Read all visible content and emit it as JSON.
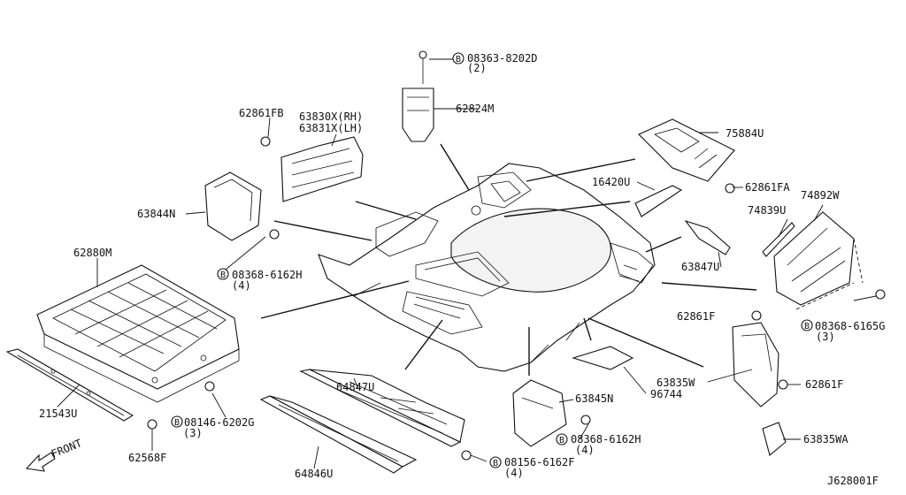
{
  "diagram_code": "J628001F",
  "front_label": "FRONT",
  "callouts": {
    "p62880m": "62880M",
    "p21543u": "21543U",
    "p62568f": "62568F",
    "p08146_6202g": "08146-6202G",
    "q3a": "(3)",
    "p64847u": "64847U",
    "p64846u": "64846U",
    "p08156_6162f": "08156-6162F",
    "q4a": "(4)",
    "p63845n": "63845N",
    "p96744": "96744",
    "p08368_6162h_b": "08368-6162H",
    "q4b": "(4)",
    "p63835w": "63835W",
    "p62861f_a": "62861F",
    "p62861f_b": "62861F",
    "p63835wa": "63835WA",
    "p08368_6165g": "08368-6165G",
    "q3b": "(3)",
    "p63847u": "63847U",
    "p74839u": "74839U",
    "p74892w": "74892W",
    "p62861fa": "62861FA",
    "p16420u": "16420U",
    "p75884u": "75884U",
    "p08363_8202d": "08363-8202D",
    "q2": "(2)",
    "p62824m": "62824M",
    "p62861fb": "62861FB",
    "p63830x": "63830X(RH)",
    "p63831x": "63831X(LH)",
    "p63844n": "63844N",
    "p08368_6162h_a": "08368-6162H",
    "q4c": "(4)",
    "bolt_mark": "B"
  }
}
